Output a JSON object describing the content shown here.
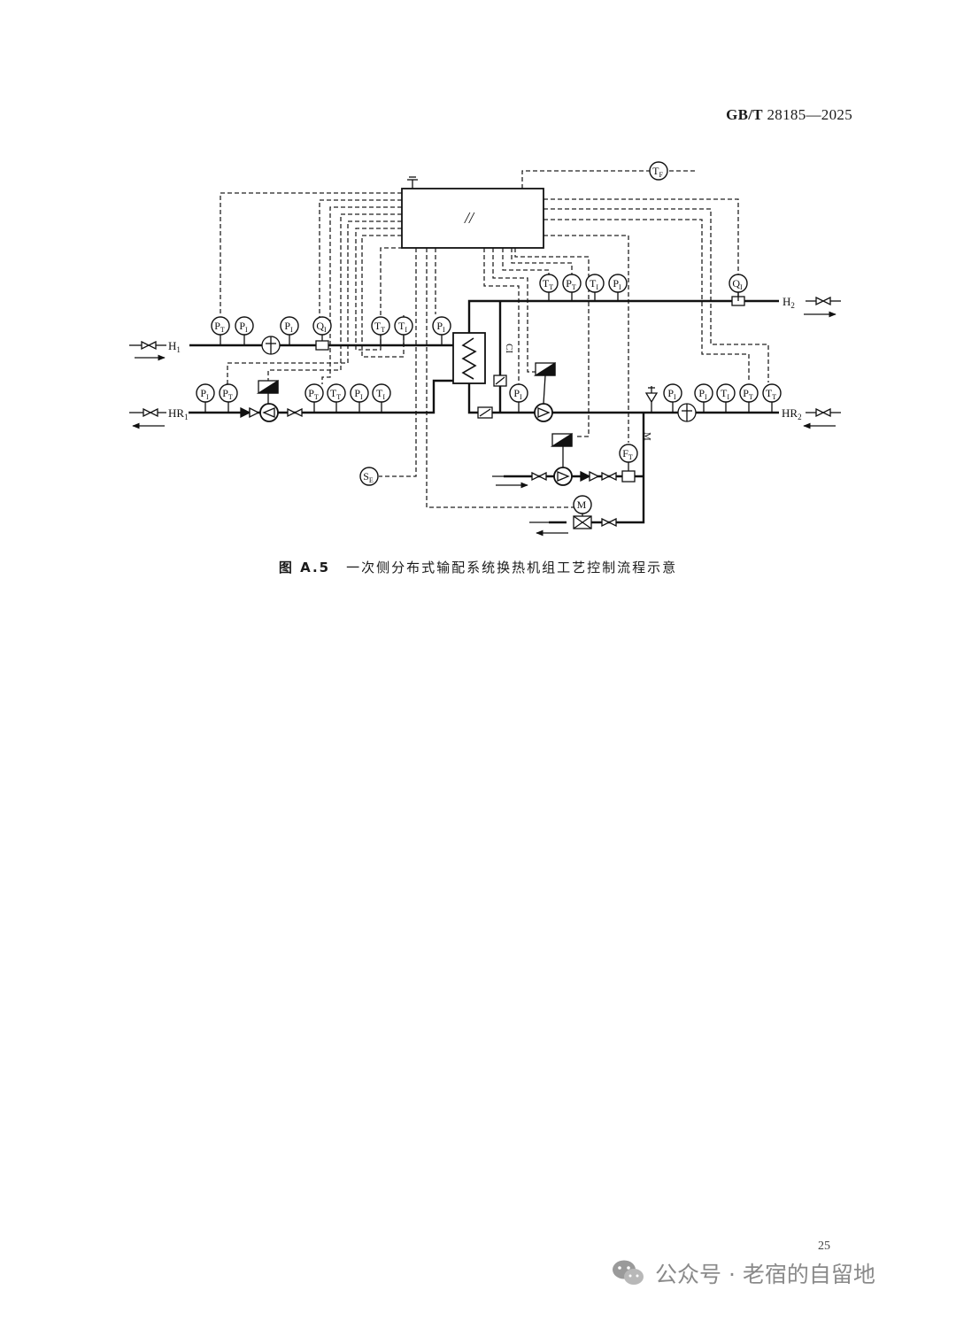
{
  "header": {
    "standard_prefix": "GB/T",
    "standard_number": "28185—2025"
  },
  "diagram": {
    "controller_mark": "//",
    "ports": {
      "h1": "H",
      "h1_sub": "1",
      "hr1": "HR",
      "hr1_sub": "1",
      "h2": "H",
      "h2_sub": "2",
      "hr2": "HR",
      "hr2_sub": "2"
    },
    "aux_labels": {
      "ci": "CI",
      "m": "M"
    },
    "instruments": [
      {
        "main": "T",
        "sub": "F"
      },
      {
        "main": "Q",
        "sub": "I"
      },
      {
        "main": "P",
        "sub": "T"
      },
      {
        "main": "P",
        "sub": "I"
      },
      {
        "main": "P",
        "sub": "I"
      },
      {
        "main": "Q",
        "sub": "I"
      },
      {
        "main": "T",
        "sub": "T"
      },
      {
        "main": "T",
        "sub": "I"
      },
      {
        "main": "P",
        "sub": "I"
      },
      {
        "main": "T",
        "sub": "T"
      },
      {
        "main": "P",
        "sub": "T"
      },
      {
        "main": "T",
        "sub": "I"
      },
      {
        "main": "P",
        "sub": "I"
      },
      {
        "main": "P",
        "sub": "I"
      },
      {
        "main": "P",
        "sub": "T"
      },
      {
        "main": "P",
        "sub": "T"
      },
      {
        "main": "T",
        "sub": "T"
      },
      {
        "main": "P",
        "sub": "I"
      },
      {
        "main": "T",
        "sub": "I"
      },
      {
        "main": "P",
        "sub": "I"
      },
      {
        "main": "P",
        "sub": "I"
      },
      {
        "main": "P",
        "sub": "I"
      },
      {
        "main": "T",
        "sub": "I"
      },
      {
        "main": "P",
        "sub": "T"
      },
      {
        "main": "T",
        "sub": "T"
      },
      {
        "main": "F",
        "sub": "T"
      },
      {
        "main": "S",
        "sub": "E"
      },
      {
        "main": "M",
        "sub": ""
      }
    ]
  },
  "caption": {
    "figure_no": "图 A.5",
    "title": "一次侧分布式输配系统换热机组工艺控制流程示意"
  },
  "page_number": "25",
  "watermark": {
    "text": "公众号 · 老宿的自留地"
  }
}
